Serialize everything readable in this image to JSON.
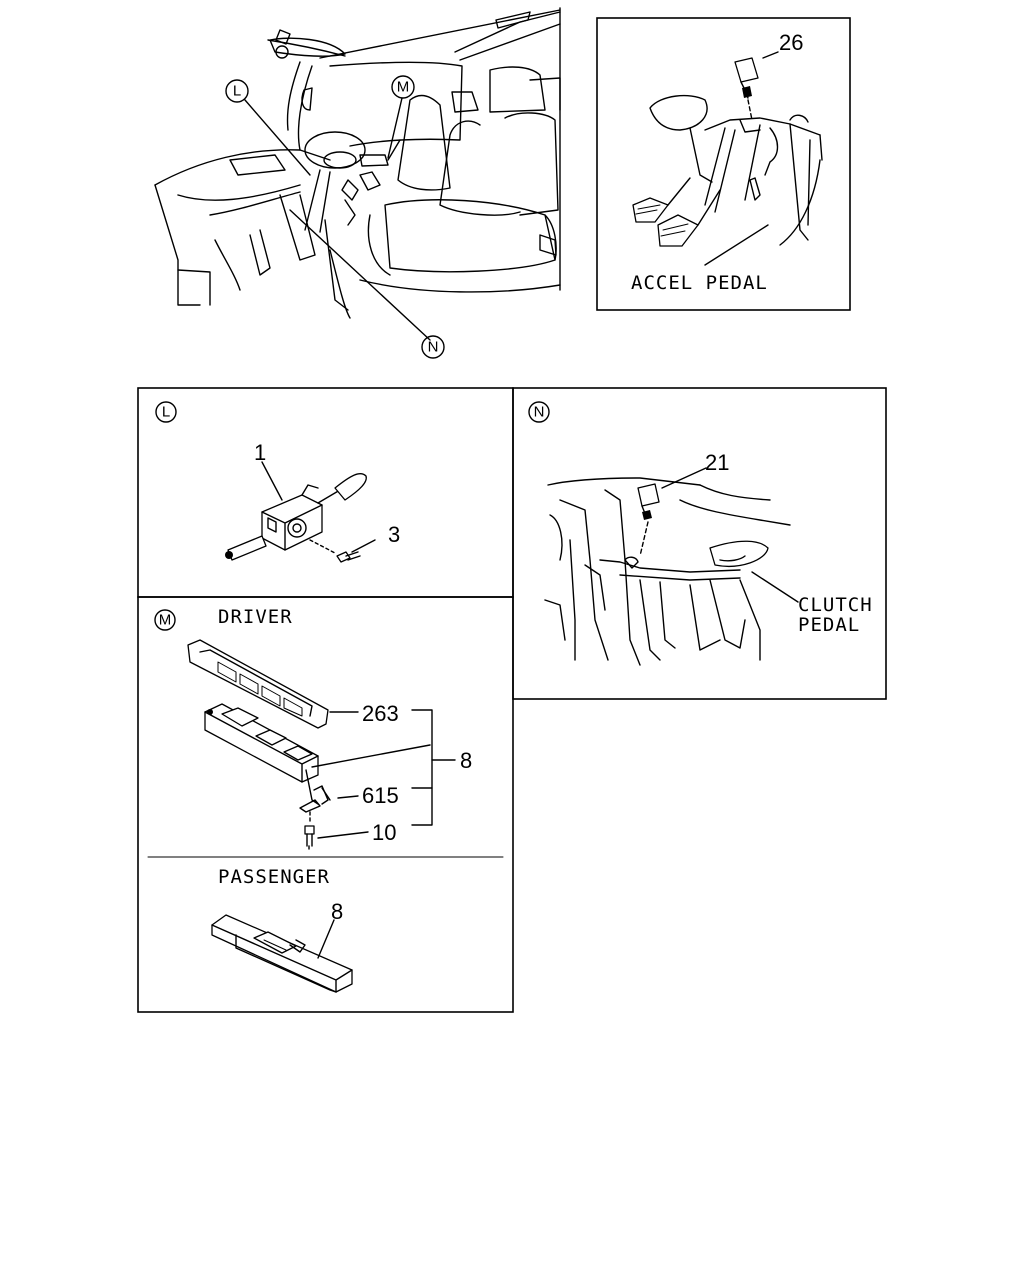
{
  "callouts": {
    "L": "L",
    "M": "M",
    "N": "N"
  },
  "panel_accel": {
    "part_number": "26",
    "label": "ACCEL PEDAL"
  },
  "panel_L": {
    "marker": "L",
    "parts": [
      "1",
      "3"
    ]
  },
  "panel_N": {
    "marker": "N",
    "part_number": "21",
    "label_line1": "CLUTCH",
    "label_line2": "PEDAL"
  },
  "panel_M": {
    "marker": "M",
    "driver_label": "DRIVER",
    "driver_parts": [
      "263",
      "8",
      "615",
      "10"
    ],
    "passenger_label": "PASSENGER",
    "passenger_part": "8"
  }
}
